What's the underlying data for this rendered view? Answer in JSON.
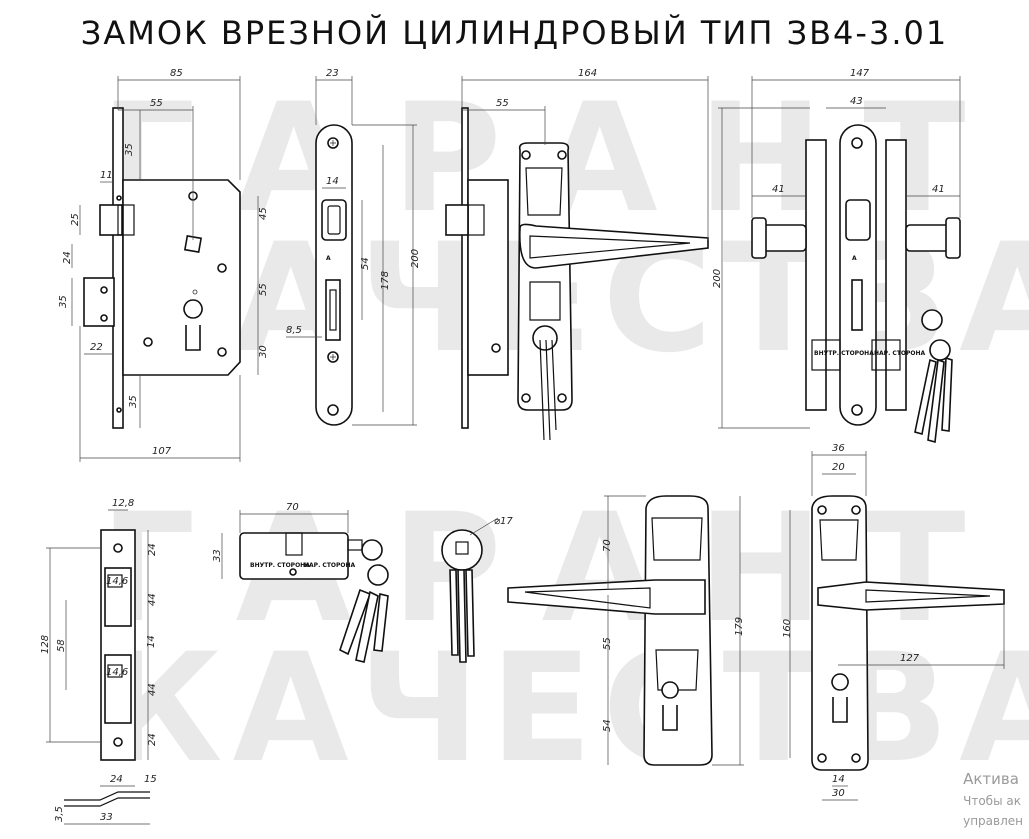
{
  "title": "ЗАМОК ВРЕЗНОЙ ЦИЛИНДРОВЫЙ ТИП ЗВ4-3.01",
  "watermark": {
    "line1": "ГАРАНТ",
    "line2": "КАЧЕСТВА",
    "color": "#e9e9e9"
  },
  "lock_front": {
    "d_85": "85",
    "d_55": "55",
    "d_35a": "35",
    "d_11": "11",
    "d_25": "25",
    "d_45": "45",
    "d_24": "24",
    "d_55b": "55",
    "d_35b": "35",
    "d_22": "22",
    "d_30": "30",
    "d_35c": "35",
    "d_107": "107"
  },
  "faceplate": {
    "d_23": "23",
    "d_14": "14",
    "d_54": "54",
    "d_178": "178",
    "d_200": "200",
    "d_85": "8,5"
  },
  "assembly_side": {
    "d_164": "164",
    "d_55": "55",
    "d_200": "200"
  },
  "assembly_top": {
    "d_147": "147",
    "d_43": "43",
    "d_41a": "41",
    "d_41b": "41",
    "label_in": "ВНУТР. СТОРОНА",
    "label_out": "НАР. СТОРОНА"
  },
  "strike": {
    "d_128w": "12,8",
    "d_24a": "24",
    "d_146a": "14,6",
    "d_44a": "44",
    "d_14": "14",
    "d_128": "128",
    "d_58": "58",
    "d_146b": "14,6",
    "d_44b": "44",
    "d_24b": "24",
    "d_24c": "24",
    "d_15": "15",
    "d_35": "3,5",
    "d_33": "33"
  },
  "cylinder": {
    "d_70": "70",
    "d_33": "33",
    "label_in": "ВНУТР. СТОРОНА",
    "label_out": "НАР. СТОРОНА"
  },
  "keyring": {
    "d_17": "⌀17"
  },
  "handle_plate": {
    "d_70": "70",
    "d_179": "179",
    "d_55": "55",
    "d_54": "54"
  },
  "handle_right": {
    "d_36": "36",
    "d_20": "20",
    "d_160": "160",
    "d_127": "127",
    "d_14": "14",
    "d_30": "30"
  },
  "activate": {
    "line1": "Актива",
    "line2": "Чтобы ак",
    "line3": "управлен"
  }
}
